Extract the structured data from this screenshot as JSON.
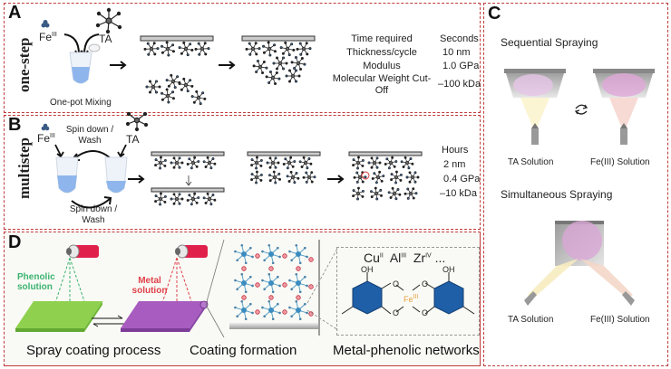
{
  "panels": {
    "A": {
      "label": "A",
      "side_label": "one-step",
      "fe_label": "Fe",
      "fe_sup": "III",
      "ta_label": "TA",
      "mixing_caption": "One-pot Mixing",
      "properties": [
        {
          "name": "Time required",
          "value": "Seconds"
        },
        {
          "name": "Thickness/cycle",
          "value": "10 nm"
        },
        {
          "name": "Modulus",
          "value": "1.0 GPa"
        },
        {
          "name": "Molecular Weight Cut-Off",
          "value": "–100 kDa"
        }
      ]
    },
    "B": {
      "label": "B",
      "side_label": "multistep",
      "fe_label": "Fe",
      "fe_sup": "III",
      "ta_label": "TA",
      "spin_top": "Spin down / Wash",
      "spin_bottom": "Spin down / Wash",
      "values": [
        "Hours",
        "2 nm",
        "0.4 GPa",
        "–10 kDa"
      ]
    },
    "C": {
      "label": "C",
      "sequential_title": "Sequential Spraying",
      "simultaneous_title": "Simultaneous Spraying",
      "ta_solution": "TA Solution",
      "fe_solution": "Fe(III) Solution"
    },
    "D": {
      "label": "D",
      "phenolic_label": "Phenolic solution",
      "metal_label": "Metal solution",
      "caption_spray": "Spray coating process",
      "caption_coating": "Coating formation",
      "caption_network": "Metal-phenolic networks",
      "metals": [
        {
          "sym": "Cu",
          "sup": "II"
        },
        {
          "sym": "Al",
          "sup": "III"
        },
        {
          "sym": "Zr",
          "sup": "IV"
        }
      ],
      "metals_ellipsis": "...",
      "oh": "OH",
      "o": "O",
      "center_metal": "Fe",
      "center_sup": "III"
    }
  },
  "colors": {
    "border_red": "#c0393b",
    "phenolic_green": "#3cb371",
    "metal_red": "#e0404a",
    "plate_green": "#8fd14f",
    "plate_purple": "#a85cc0",
    "ring_blue": "#1f5fa8",
    "fe_orange": "#e8a040"
  }
}
